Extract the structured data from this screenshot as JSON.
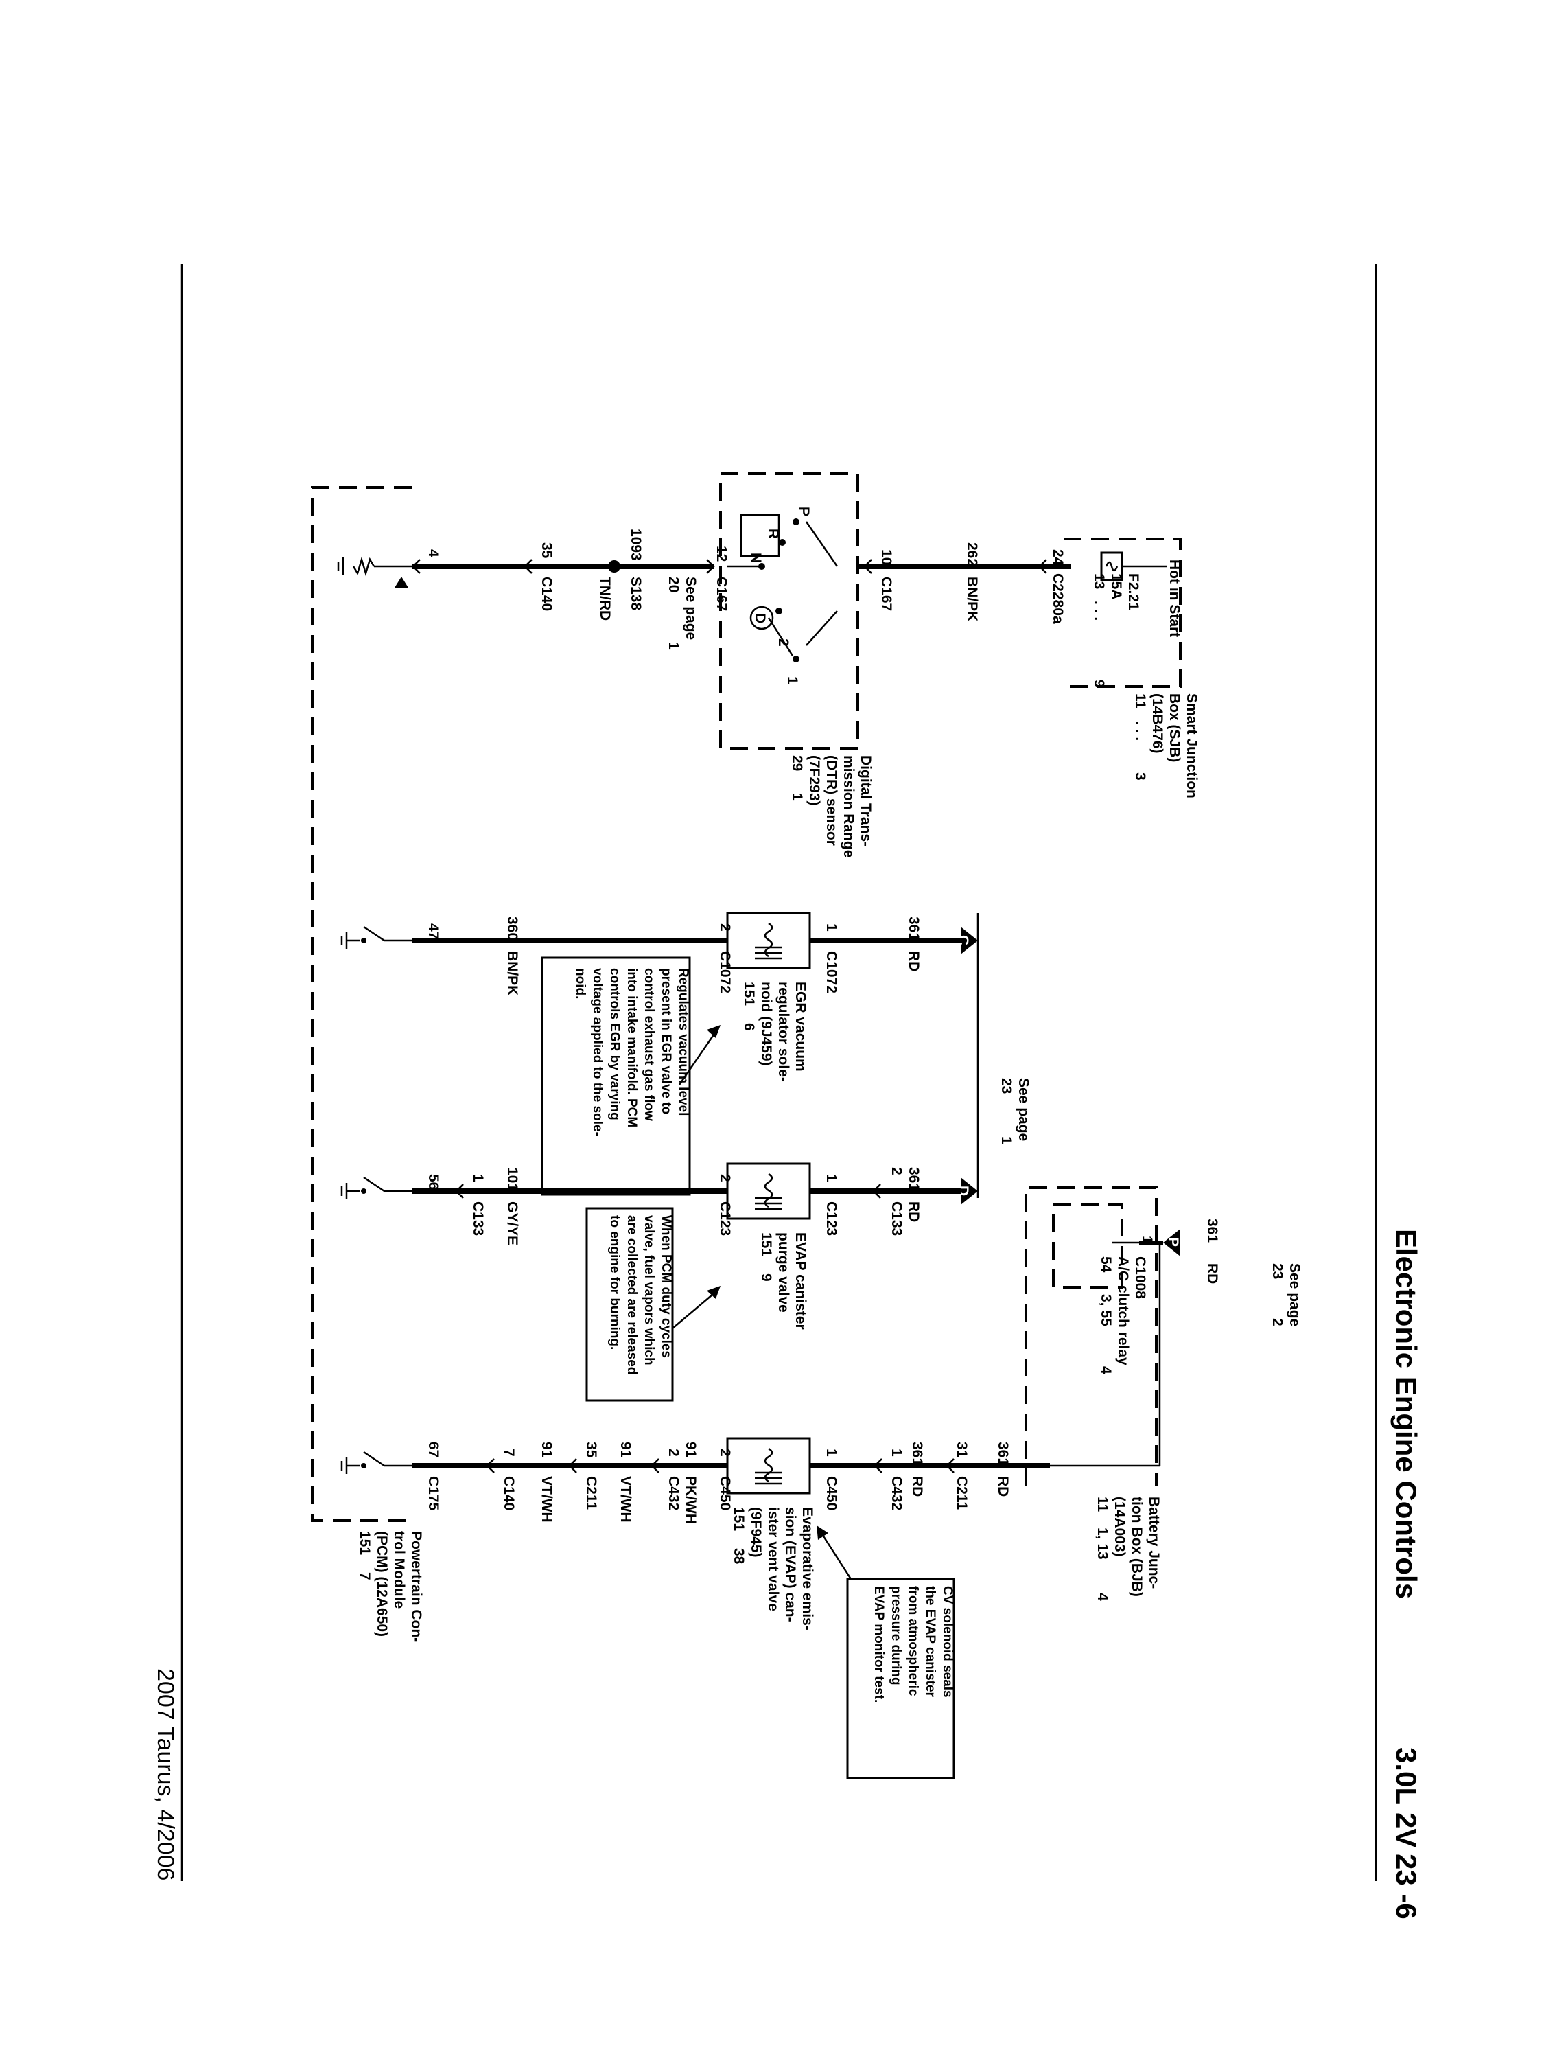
{
  "header": {
    "title": "Electronic Engine Controls",
    "page_code": "3.0L 2V",
    "page_number": "23 -6"
  },
  "footer": {
    "vehicle_date": "2007 Taurus, 4/2006"
  },
  "components": {
    "sjb": {
      "lines": [
        "Smart Junction",
        "Box (SJB)",
        "(14B476)"
      ],
      "ref": [
        "11",
        ". . .",
        "3"
      ]
    },
    "fuse": {
      "name": "F2.21",
      "rating": "15A",
      "ref": [
        "13",
        ". . .",
        "9"
      ],
      "hot_label": "Hot in Start"
    },
    "dtr": {
      "lines": [
        "Digital Trans-",
        "mission Range",
        "(DTR) sensor",
        "(7F293)"
      ],
      "ref": [
        "29",
        "1"
      ]
    },
    "dtr_positions": {
      "p": "P",
      "r": "R",
      "n": "N",
      "d": "D",
      "two": "2",
      "one": "1"
    },
    "egr": {
      "lines": [
        "EGR vacuum",
        "regulator sole-",
        "noid (9J459)"
      ],
      "ref": [
        "151",
        "6"
      ]
    },
    "evap_purge": {
      "lines": [
        "EVAP canister",
        "purge valve"
      ],
      "ref": [
        "151",
        "9"
      ]
    },
    "ac_relay": {
      "connector": "C1008",
      "name": "A/C clutch relay",
      "ref": [
        "54",
        "3, 55",
        "4"
      ],
      "pin": "1"
    },
    "bjb": {
      "lines": [
        "Battery Junc-",
        "tion Box (BJB)",
        "(14A003)"
      ],
      "ref": [
        "11",
        "1, 13",
        "4"
      ]
    },
    "evap_vent": {
      "lines": [
        "Evaporative emis-",
        "sion (EVAP) can-",
        "ister vent valve",
        "(9F945)"
      ],
      "ref": [
        "151",
        "38"
      ]
    },
    "pcm": {
      "lines": [
        "Powertrain Con-",
        "trol Module",
        "(PCM) (12A650)"
      ],
      "ref": [
        "151",
        "7"
      ]
    }
  },
  "notes": {
    "egr": [
      "Regulates vacuum level",
      "present in EGR valve to",
      "control exhaust gas flow",
      "into intake manifold. PCM",
      "controls EGR by varying",
      "voltage applied to the sole-",
      "noid."
    ],
    "purge": [
      "When PCM duty cycles",
      "valve, fuel vapors which",
      "are collected are released",
      "to engine for burning."
    ],
    "cv": [
      "CV solenoid seals",
      "the EVAP canister",
      "from atmospheric",
      "pressure during",
      "EVAP monitor test."
    ]
  },
  "see_page": {
    "top": {
      "label": "See page",
      "page": "23",
      "ref": "2",
      "flag": "P"
    },
    "middle": {
      "label": "See page",
      "page": "23",
      "ref": "1"
    },
    "left": {
      "label": "See page",
      "page": "20",
      "ref": "1"
    },
    "flag_c": "C",
    "flag_d": "D"
  },
  "circuit1": {
    "pin_24": "24",
    "c2280a": "C2280a",
    "circuit_262": "262",
    "bnpk": "BN/PK",
    "pin_10": "10",
    "c167a": "C167",
    "pin_12": "12",
    "c167b": "C167",
    "circuit_1093": "1093",
    "s138": "S138",
    "tnrd": "TN/RD",
    "circuit_35": "35",
    "c140": "C140",
    "pcm_pin_4": "4"
  },
  "circuit2": {
    "circuit_361": "361",
    "rd": "RD",
    "pin_1": "1",
    "c1072a": "C1072",
    "pin_2": "2",
    "c1072b": "C1072",
    "circuit_360": "360",
    "bnpk": "BN/PK",
    "pcm_pin_47": "47"
  },
  "circuit3": {
    "circuit_361": "361",
    "rd": "RD",
    "pin_2_c133": "2",
    "c133a": "C133",
    "pin_1": "1",
    "c123a": "C123",
    "pin_2": "2",
    "c123b": "C123",
    "circuit_101": "101",
    "gyye": "GY/YE",
    "pin_1_c133": "1",
    "c133b": "C133",
    "pcm_pin_56": "56"
  },
  "circuit4": {
    "circuit_361_top": "361",
    "rd_top": "RD",
    "pin_31": "31",
    "c211a": "C211",
    "circuit_361": "361",
    "rd": "RD",
    "pin_1_c432": "1",
    "c432a": "C432",
    "pin_1": "1",
    "c450a": "C450",
    "pin_2": "2",
    "c450b": "C450",
    "circuit_91a": "91",
    "pkwh": "PK/WH",
    "pin_2_c432": "2",
    "c432b": "C432",
    "circuit_91b": "91",
    "vtwh_a": "VT/WH",
    "pin_35": "35",
    "c211b": "C211",
    "circuit_91c": "91",
    "vtwh_b": "VT/WH",
    "pin_7": "7",
    "c140": "C140",
    "pcm_pin_67": "67",
    "c175": "C175"
  },
  "relay_wire": {
    "circuit_361": "361",
    "rd": "RD"
  }
}
